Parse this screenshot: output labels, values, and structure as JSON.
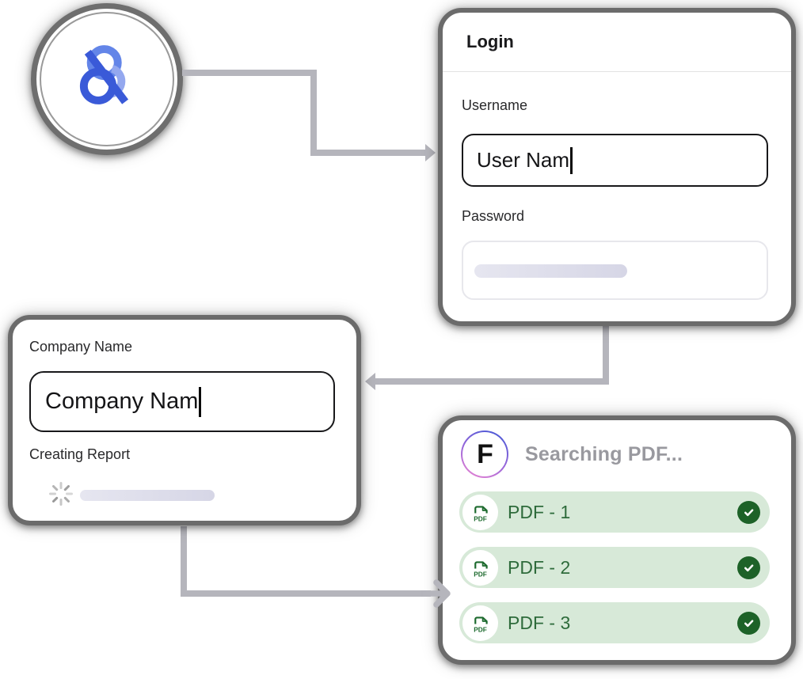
{
  "page": {
    "background": "#ffffff"
  },
  "brand_logo": {
    "icon": "ampersand-icon",
    "colors": {
      "light_blue": "#6385e8",
      "lighter_blue": "#94a8ef",
      "dark_blue": "#3a5ad8"
    }
  },
  "login_card": {
    "title": "Login",
    "username": {
      "label": "Username",
      "value": "User Nam",
      "cursor_visible": true
    },
    "password": {
      "label": "Password",
      "state": "skeleton-loading"
    }
  },
  "company_card": {
    "name_field": {
      "label": "Company Name",
      "value": "Company Nam",
      "cursor_visible": true
    },
    "progress": {
      "label": "Creating Report",
      "icons": [
        "spinner-icon"
      ],
      "state": "loading"
    }
  },
  "search_card": {
    "logo_letter": "F",
    "title": "Searching PDF...",
    "items": [
      {
        "label": "PDF - 1",
        "icon": "pdf-file-icon",
        "status_icon": "check-icon",
        "checked": true
      },
      {
        "label": "PDF - 2",
        "icon": "pdf-file-icon",
        "status_icon": "check-icon",
        "checked": true
      },
      {
        "label": "PDF - 3",
        "icon": "pdf-file-icon",
        "status_icon": "check-icon",
        "checked": true
      }
    ],
    "colors": {
      "row_bg": "#d7e9d8",
      "accent_green": "#1d6228",
      "text_green": "#2e6b3b"
    }
  },
  "connectors": {
    "color": "#b5b5bc",
    "count": 3
  }
}
